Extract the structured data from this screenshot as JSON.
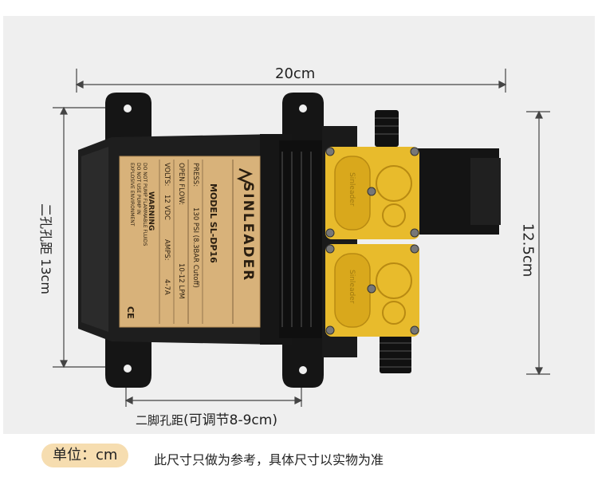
{
  "dimensions": {
    "width_label": "20cm",
    "height_label": "12.5cm",
    "hole_spacing_label": "二孔孔距 13cm",
    "foot_spacing_label_prefix": "二脚孔距",
    "foot_spacing_label_suffix": "(可调节8-9cm)"
  },
  "footer": {
    "unit_label": "单位：cm",
    "note": "此尺寸只做为参考，具体尺寸以实物为准"
  },
  "product": {
    "brand": "SINLEADER",
    "model": "MODEL SL-DP16",
    "press_label": "PRESS:",
    "press_value": "130 PSI (8.3BAR Cutoff)",
    "open_flow_label": "OPEN FLOW:",
    "open_flow_value": "10-12 LPM",
    "volts_label": "VOLTS:",
    "volts_value": "12 VDC",
    "amps_label": "AMPS:",
    "amps_value": "4-7A",
    "warning_title": "WARNING",
    "warning_text_1": "DO NOT PUMP FLAMMABLE FLUIDS",
    "warning_text_2": "DO NOT USE PUMP IN",
    "warning_text_3": "EXPLOSIVE ENVIRONMENT",
    "ce_mark": "CE",
    "head_brand": "Sinleader"
  },
  "colors": {
    "background_panel": "#efefef",
    "pump_body": "#1b1b1b",
    "pump_head": "#e8bb2c",
    "label_gold": "#d8b27a",
    "unit_pill": "#f6ddb0"
  }
}
